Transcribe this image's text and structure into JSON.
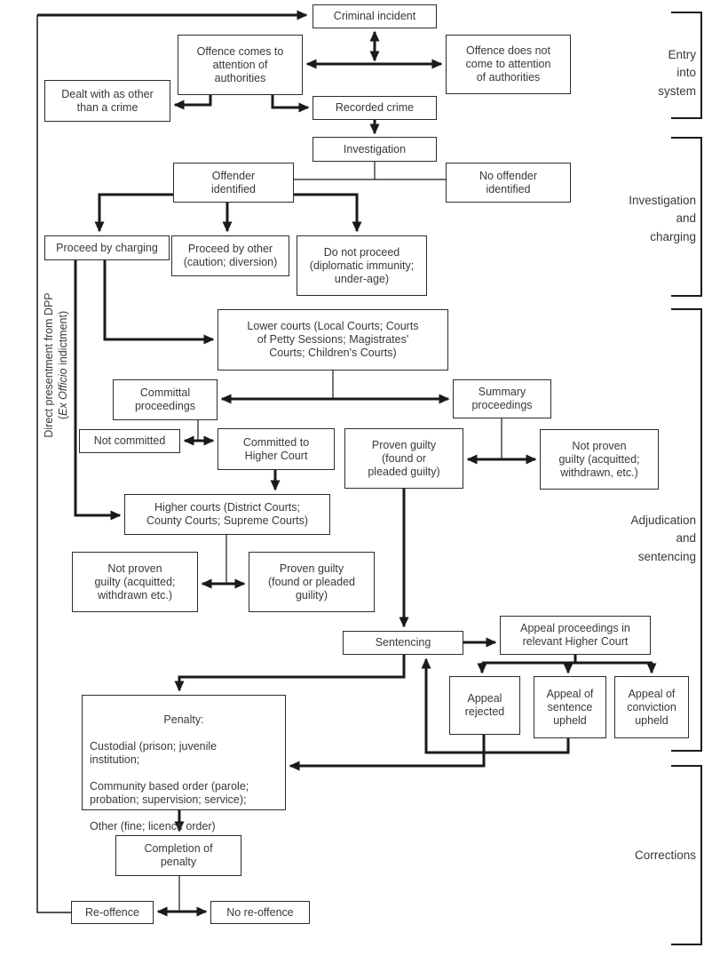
{
  "boxes": {
    "criminal_incident": "Criminal incident",
    "offence_attention": "Offence comes to\nattention of\nauthorities",
    "offence_no_attention": "Offence does not\ncome to attention\nof authorities",
    "dealt_other_crime": "Dealt with as other\nthan a crime",
    "recorded_crime": "Recorded crime",
    "investigation": "Investigation",
    "offender_identified": "Offender\nidentified",
    "no_offender_identified": "No offender\nidentified",
    "proceed_by_charging": "Proceed by charging",
    "proceed_by_other": "Proceed by other\n(caution; diversion)",
    "do_not_proceed": "Do not proceed\n(diplomatic immunity;\nunder-age)",
    "lower_courts": "Lower courts (Local Courts; Courts\nof Petty Sessions; Magistrates'\nCourts; Children's Courts)",
    "committal_proceedings": "Committal\nproceedings",
    "summary_proceedings": "Summary\nproceedings",
    "not_committed": "Not committed",
    "committed_higher_court": "Committed to\nHigher Court",
    "proven_guilty_committal": "Proven guilty\n(found or\npleaded guilty)",
    "not_proven_guilty_summary": "Not proven\nguilty (acquitted;\nwithdrawn, etc.)",
    "higher_courts": "Higher courts (District Courts;\nCounty Courts; Supreme Courts)",
    "not_proven_guilty_higher": "Not proven\nguilty (acquitted;\nwithdrawn etc.)",
    "proven_guilty_higher": "Proven guilty\n(found or pleaded\nguility)",
    "sentencing": "Sentencing",
    "appeal_proceedings": "Appeal proceedings in\nrelevant Higher Court",
    "appeal_rejected": "Appeal\nrejected",
    "appeal_sentence_upheld": "Appeal of\nsentence\nupheld",
    "appeal_conviction_upheld": "Appeal of\nconviction\nupheld",
    "completion_of_penalty": "Completion of\npenalty",
    "re_offence": "Re-offence",
    "no_re_offence": "No re-offence"
  },
  "penalty": {
    "title": "Penalty:",
    "lines": [
      "Custodial (prison; juvenile\ninstitution;",
      "Community based order (parole;\nprobation; supervision; service);",
      "Other (fine; licence order)"
    ]
  },
  "side_labels": {
    "entry": "Entry\ninto\nsystem",
    "investigation_charging": "Investigation\nand\ncharging",
    "adjudication_sentencing": "Adjudication\nand\nsentencing",
    "corrections": "Corrections"
  },
  "dpp_label": {
    "line1": "Direct presentment from DPP",
    "line2_open": "(",
    "line2_italic": "Ex Officio",
    "line2_close": " indictment)"
  },
  "colors": {
    "line": "#1a1a1a",
    "box_border": "#2c2c2c",
    "text": "#383838",
    "background": "#ffffff"
  }
}
